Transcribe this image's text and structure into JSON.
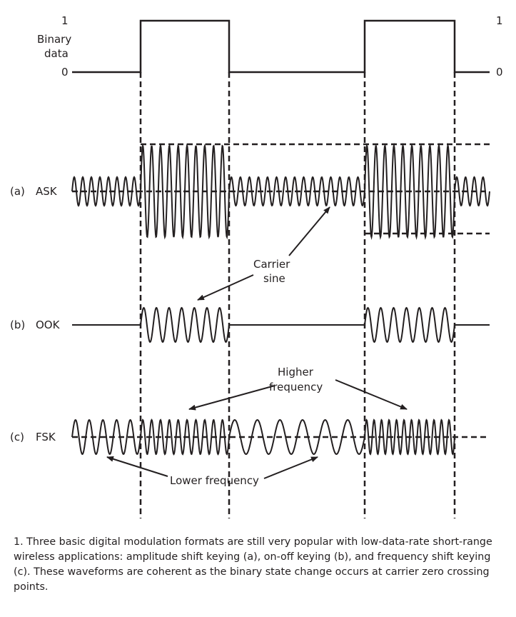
{
  "binary": {
    "label_line1": "Binary",
    "label_line2": "data",
    "one": "1",
    "zero": "0",
    "bits": [
      0,
      1,
      0,
      1,
      0
    ]
  },
  "rows": {
    "ask": {
      "prefix": "(a)",
      "label": "ASK",
      "cycles_per_bit": [
        8,
        10,
        15,
        10,
        4
      ]
    },
    "ook": {
      "prefix": "(b)",
      "label": "OOK",
      "cycles_per_bit": [
        0,
        7,
        0,
        7,
        0
      ]
    },
    "fsk": {
      "prefix": "(c)",
      "label": "FSK",
      "cycles_per_bit": [
        5,
        10,
        6,
        12,
        0
      ]
    }
  },
  "annotations": {
    "carrier_line1": "Carrier",
    "carrier_line2": "sine",
    "higher_line1": "Higher",
    "higher_line2": "frequency",
    "lower": "Lower frequency"
  },
  "caption": "1. Three basic digital modulation formats are still very popular with low-data-rate short-range wireless applications: amplitude shift keying (a), on-off keying (b), and frequency shift keying (c). These waveforms are coherent as the binary state change occurs at carrier zero crossing points."
}
